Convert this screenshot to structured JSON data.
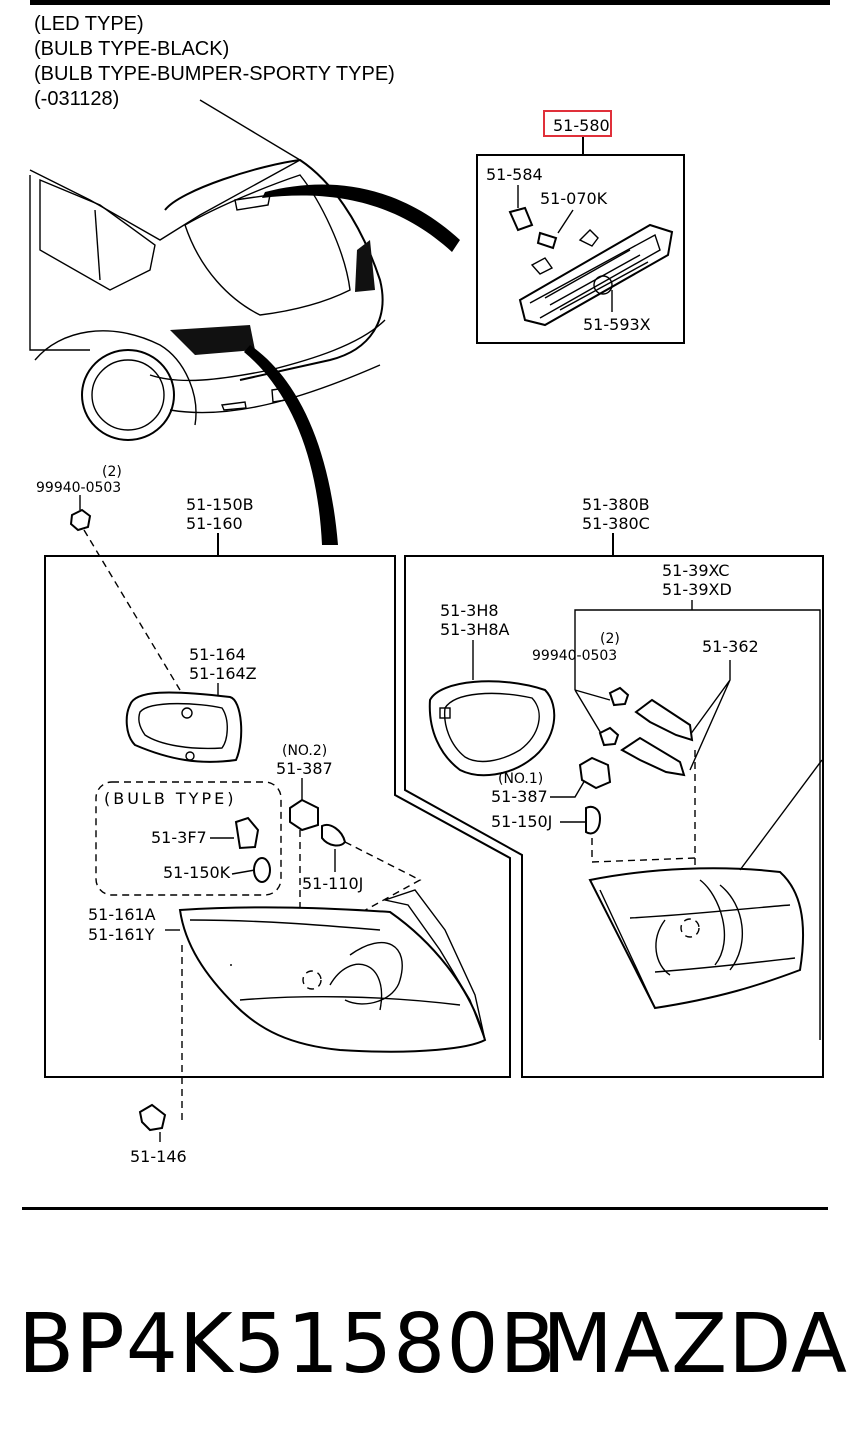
{
  "header_notes": [
    "(LED TYPE)",
    "(BULB TYPE-BLACK)",
    "(BULB TYPE-BUMPER-SPORTY TYPE)",
    "(-031128)"
  ],
  "highlight_color": "#e0303a",
  "labels": {
    "assembly_top": "51-580",
    "socket_top": "51-584",
    "bulb_top": "51-070K",
    "lens_top": "51-593X",
    "nut_qty_left": "(2)",
    "nut_left": "99940-0503",
    "lamp_left_a": "51-150B",
    "lamp_left_b": "51-160",
    "lamp_right_a": "51-380B",
    "lamp_right_b": "51-380C",
    "gasket_a": "51-164",
    "gasket_b": "51-164Z",
    "bulb_type": "(BULB  TYPE)",
    "socket_3f7": "51-3F7",
    "bulb_150k": "51-150K",
    "socket_no2_qty": "(NO.2)",
    "socket_no2": "51-387",
    "bulb_110j": "51-110J",
    "lens_left_a": "51-161A",
    "lens_left_b": "51-161Y",
    "clip": "51-146",
    "cover_a": "51-3H8",
    "cover_b": "51-3H8A",
    "bracket_a": "51-39XC",
    "bracket_b": "51-39XD",
    "nut_qty_right": "(2)",
    "nut_right": "99940-0503",
    "bracket_362": "51-362",
    "socket_no1_qty": "(NO.1)",
    "socket_no1": "51-387",
    "bulb_150j": "51-150J"
  },
  "footer": {
    "part_number": "BP4K51580B",
    "brand": "MAZDA"
  }
}
